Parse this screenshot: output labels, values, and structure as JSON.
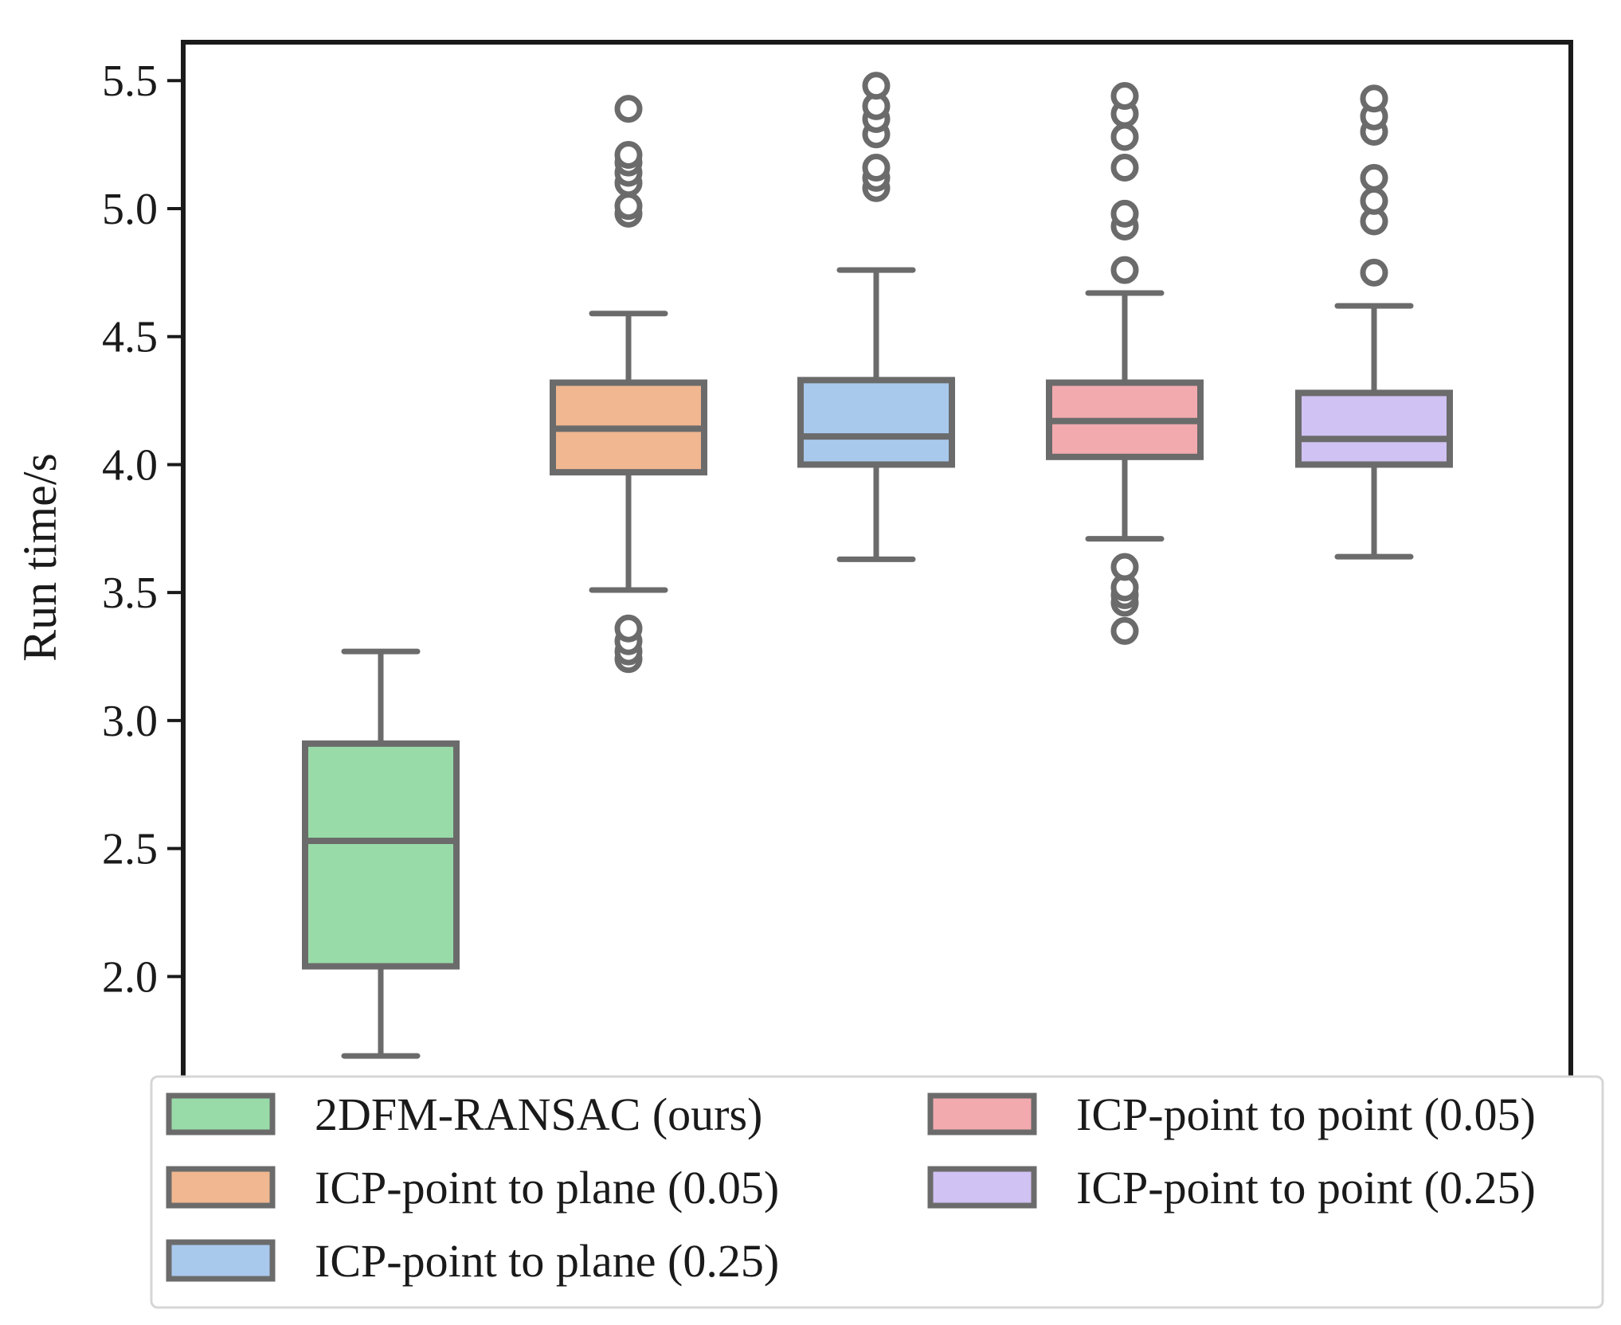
{
  "chart_data": {
    "type": "box",
    "title": "",
    "xlabel": "",
    "ylabel": "Run time/s",
    "ylim": [
      1.6,
      5.65
    ],
    "yticks": [
      2.0,
      2.5,
      3.0,
      3.5,
      4.0,
      4.5,
      5.0,
      5.5
    ],
    "ytick_labels": [
      "2.0",
      "2.5",
      "3.0",
      "3.5",
      "4.0",
      "4.5",
      "5.0",
      "5.5"
    ],
    "grid": false,
    "legend_position": "bottom",
    "series": [
      {
        "name": "2DFM-RANSAC (ours)",
        "color": "#98dba8",
        "whisker_low": 1.69,
        "q1": 2.04,
        "median": 2.53,
        "q3": 2.91,
        "whisker_high": 3.27,
        "outliers": []
      },
      {
        "name": "ICP-point to plane (0.05)",
        "color": "#f0b790",
        "whisker_low": 3.51,
        "q1": 3.97,
        "median": 4.14,
        "q3": 4.32,
        "whisker_high": 4.59,
        "outliers": [
          3.24,
          3.27,
          3.31,
          3.36,
          4.98,
          5.01,
          5.1,
          5.14,
          5.18,
          5.21,
          5.39
        ]
      },
      {
        "name": "ICP-point to plane (0.25)",
        "color": "#a9c9ec",
        "whisker_low": 3.63,
        "q1": 4.0,
        "median": 4.11,
        "q3": 4.33,
        "whisker_high": 4.76,
        "outliers": [
          5.08,
          5.12,
          5.16,
          5.29,
          5.35,
          5.4,
          5.48
        ]
      },
      {
        "name": "ICP-point to point (0.05)",
        "color": "#f2aaae",
        "whisker_low": 3.71,
        "q1": 4.03,
        "median": 4.17,
        "q3": 4.32,
        "whisker_high": 4.67,
        "outliers": [
          3.35,
          3.46,
          3.49,
          3.52,
          3.6,
          4.76,
          4.93,
          4.98,
          5.16,
          5.28,
          5.37,
          5.44
        ]
      },
      {
        "name": "ICP-point to point (0.25)",
        "color": "#d0c2f2",
        "whisker_low": 3.64,
        "q1": 4.0,
        "median": 4.1,
        "q3": 4.28,
        "whisker_high": 4.62,
        "outliers": [
          4.75,
          4.95,
          5.03,
          5.12,
          5.3,
          5.36,
          5.43
        ]
      }
    ]
  }
}
